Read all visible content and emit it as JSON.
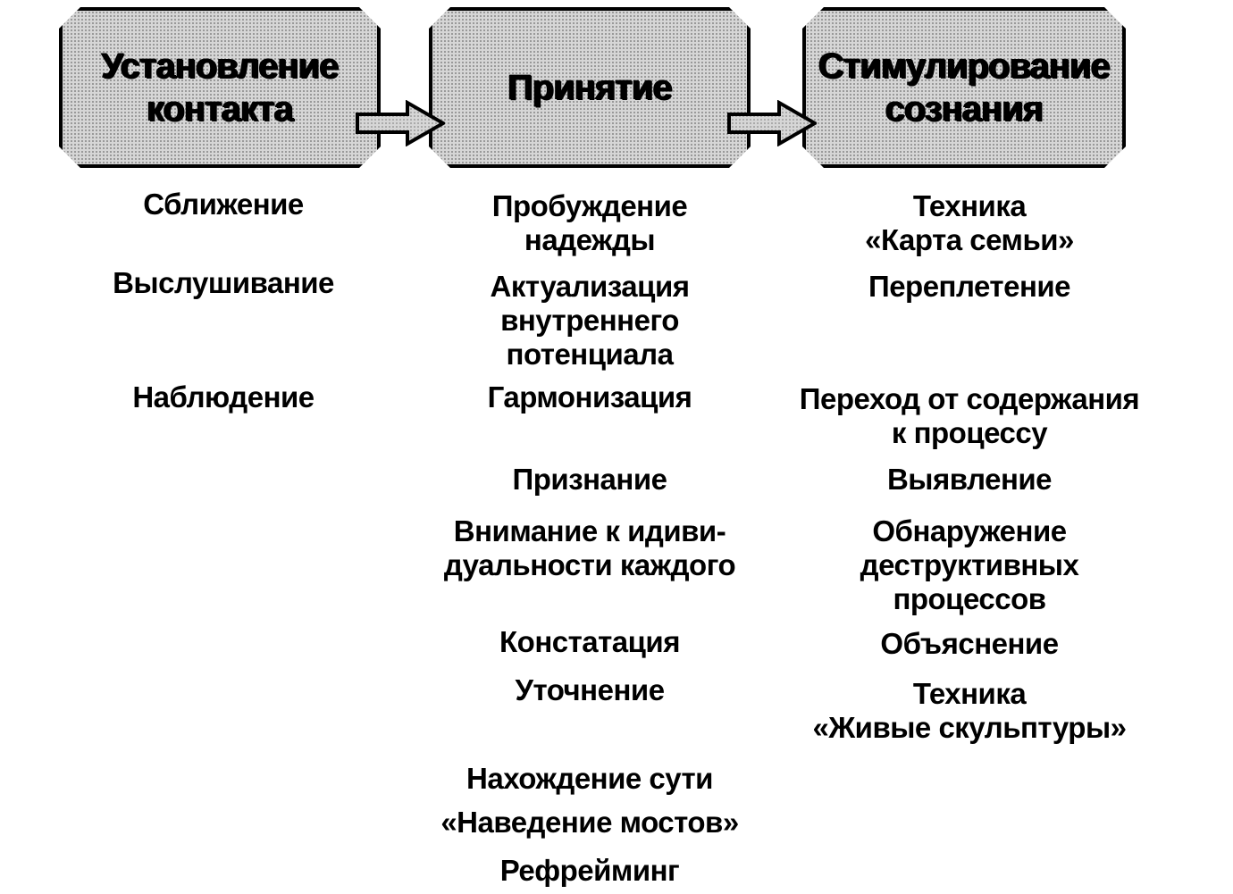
{
  "stages": [
    {
      "title": "Установление\nконтакта"
    },
    {
      "title": "Принятие"
    },
    {
      "title": "Стимулирование\nсознания"
    }
  ],
  "columns": [
    {
      "items": [
        "Сближение",
        "Выслушивание",
        "Наблюдение"
      ]
    },
    {
      "items": [
        "Пробуждение\nнадежды",
        "Актуализация\nвнутреннего\nпотенциала",
        "Гармонизация",
        "Признание",
        "Внимание к  идиви-\nдуальности каждого",
        "Констатация",
        "Уточнение",
        "Нахождение сути",
        "«Наведение мостов»",
        "Рефрейминг"
      ]
    },
    {
      "items": [
        "Техника\n«Карта семьи»",
        "Переплетение",
        "Переход от содержания\nк процессу",
        "Выявление",
        "Обнаружение\nдеструктивных\nпроцессов",
        "Объяснение",
        "Техника\n«Живые скульптуры»"
      ]
    }
  ]
}
